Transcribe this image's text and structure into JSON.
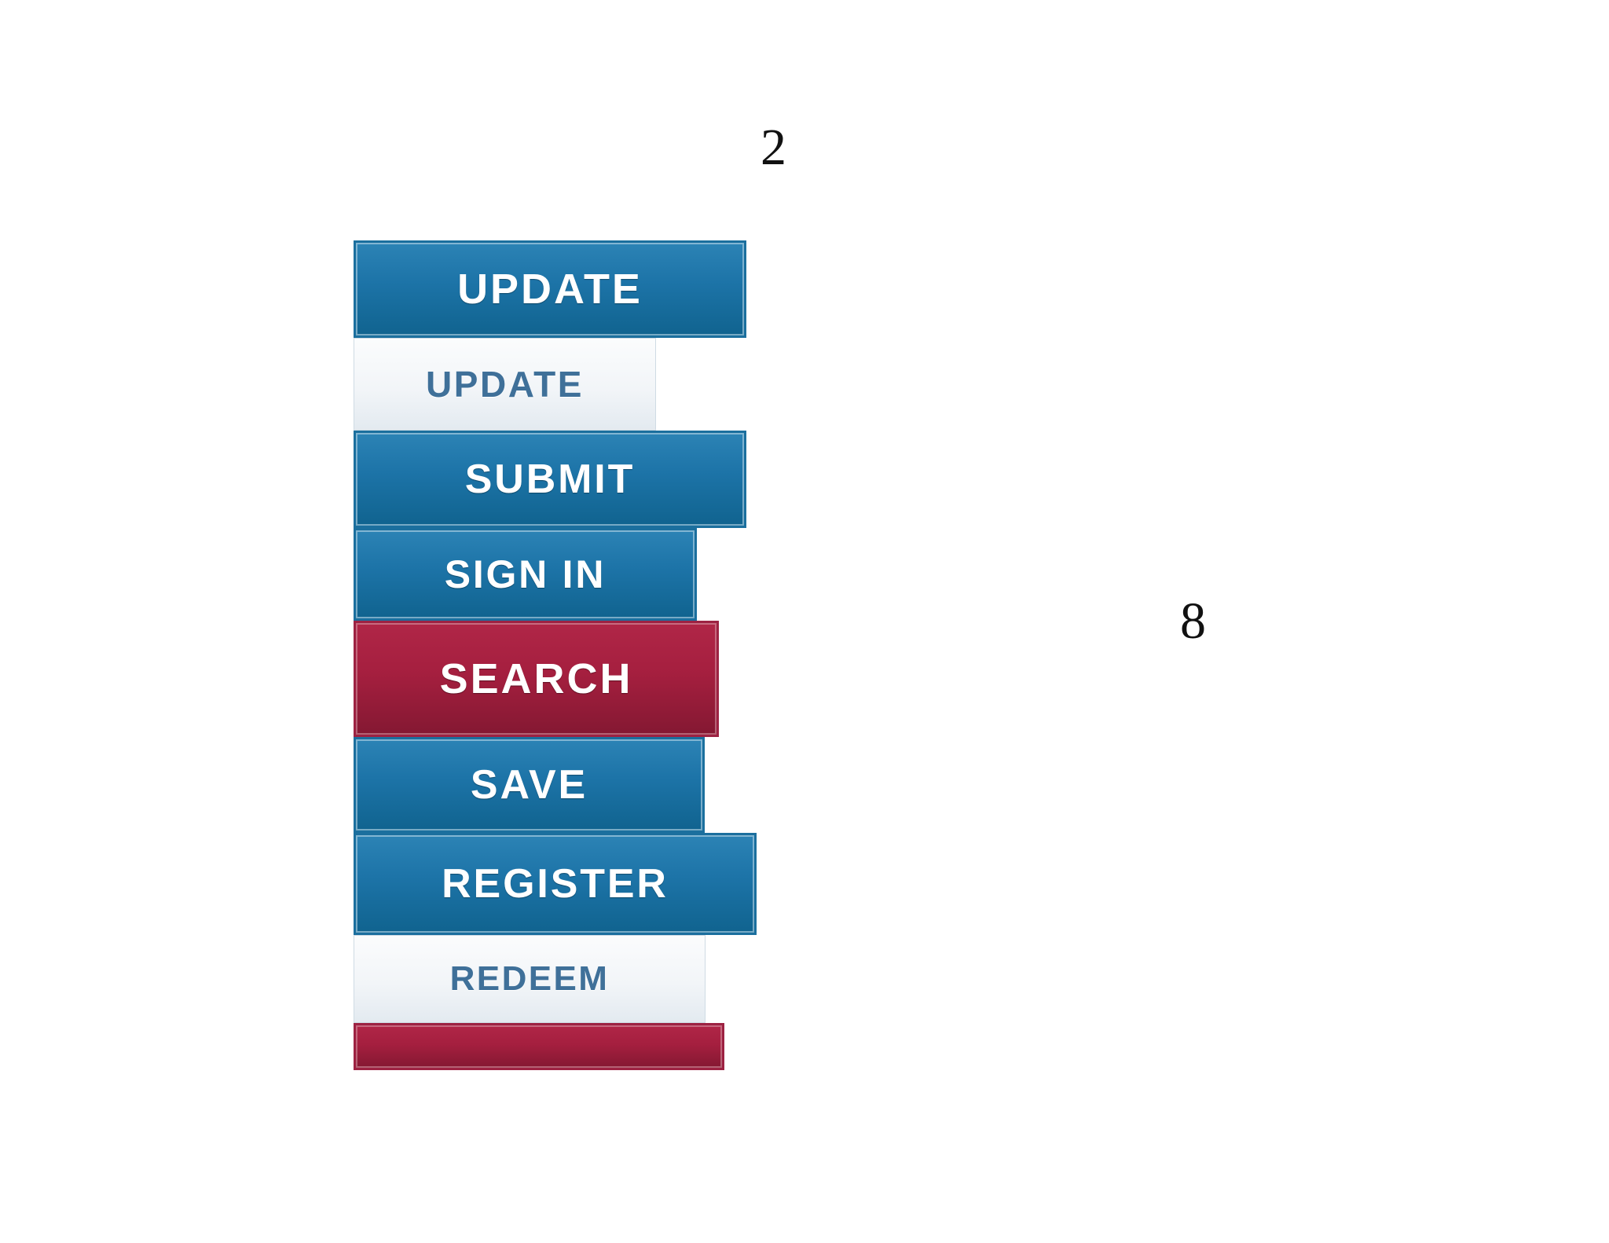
{
  "page": {
    "background_color": "#ffffff",
    "annotations": [
      {
        "name": "page-number-left",
        "text": "2"
      },
      {
        "name": "page-number-right",
        "text": "8"
      }
    ]
  },
  "colors": {
    "blue_fill": "#1d74a8",
    "blue_border": "#1b6f9e",
    "red_fill": "#a51f3f",
    "red_border": "#9d2242",
    "light_fill": "#f2f5f8",
    "light_border": "#cfdbe4",
    "light_text": "#3f7099",
    "solid_text": "#ffffff",
    "annotation_text": "#111111"
  },
  "button_stack": {
    "buttons": [
      {
        "id": "update-primary",
        "label": "UPDATE",
        "style": "blue",
        "state": "enabled"
      },
      {
        "id": "update-disabled",
        "label": "UPDATE",
        "style": "light",
        "state": "disabled"
      },
      {
        "id": "submit",
        "label": "SUBMIT",
        "style": "blue",
        "state": "enabled"
      },
      {
        "id": "signin",
        "label": "SIGN IN",
        "style": "blue",
        "state": "enabled"
      },
      {
        "id": "search",
        "label": "SEARCH",
        "style": "red",
        "state": "enabled"
      },
      {
        "id": "save",
        "label": "SAVE",
        "style": "blue",
        "state": "enabled"
      },
      {
        "id": "register",
        "label": "REGISTER",
        "style": "blue",
        "state": "enabled"
      },
      {
        "id": "redeem",
        "label": "REDEEM",
        "style": "light",
        "state": "disabled"
      },
      {
        "id": "clipped-red",
        "label": "",
        "style": "red",
        "state": "enabled"
      }
    ]
  }
}
